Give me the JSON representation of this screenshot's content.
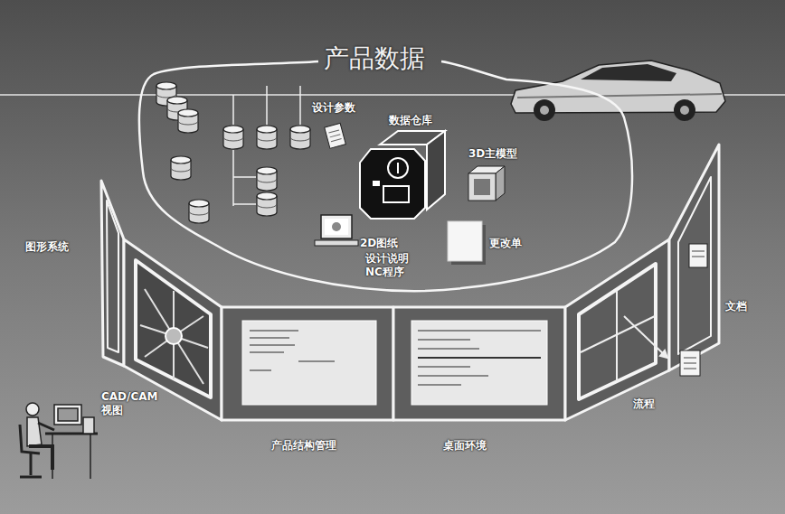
{
  "diagram": {
    "nodes": [
      {
        "text": [
          "产品数据"
        ]
      }
    ],
    "labels": [
      "设计参数",
      "数据仓库",
      "3D主模型",
      "2D图纸",
      "设计说明 NC程序",
      "更改单",
      "图形系统",
      "CAD/CAM 视图",
      "产品结构管理",
      "桌面环境",
      "流程",
      "文档"
    ]
  }
}
